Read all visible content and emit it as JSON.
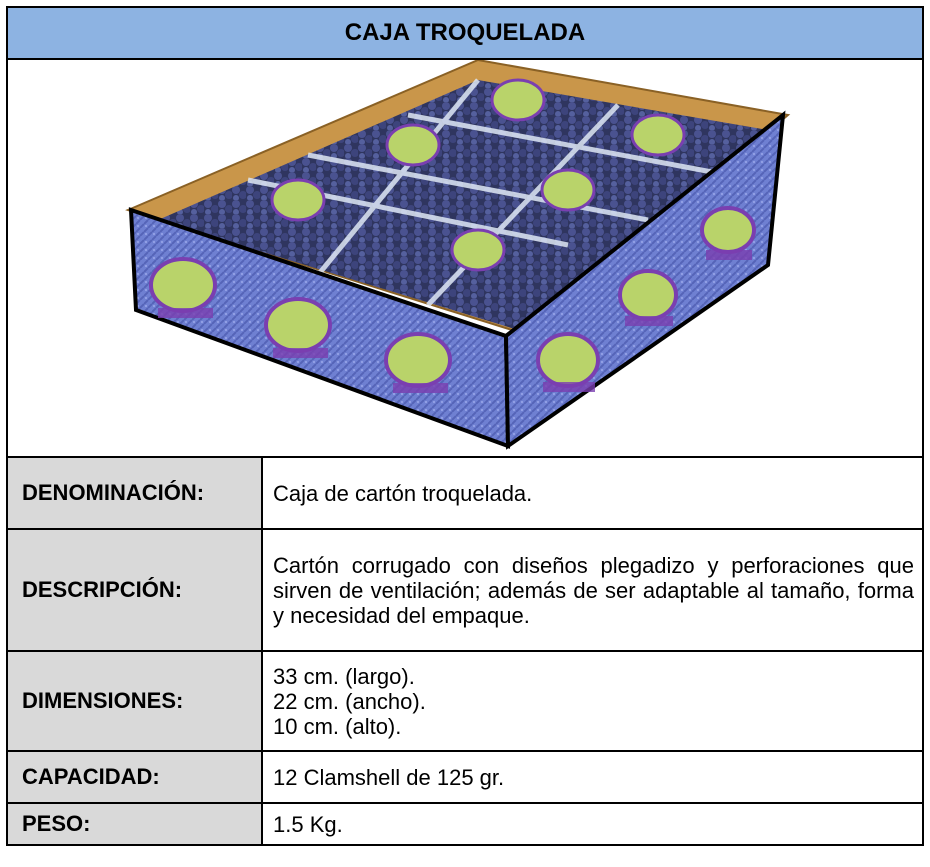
{
  "title": "CAJA TROQUELADA",
  "image": {
    "description_icon": "blueberry-box-photo",
    "colors": {
      "cardboard": "#c9964a",
      "fabric": "#6f7fd0",
      "berries": "#3a3f7a",
      "label": "#7a3fb0",
      "badge": "#b9d36a"
    }
  },
  "rows": [
    {
      "label": "DENOMINACIÓN:",
      "lines": [
        "Caja de cartón troquelada."
      ]
    },
    {
      "label": "DESCRIPCIÓN:",
      "text": "Cartón corrugado con diseños plegadizo y perforaciones que sirven de ventilación; además de ser adaptable al tamaño, forma y necesidad del empaque."
    },
    {
      "label": "DIMENSIONES:",
      "lines": [
        "33 cm. (largo).",
        "22 cm. (ancho).",
        "10 cm. (alto)."
      ]
    },
    {
      "label": "CAPACIDAD:",
      "lines": [
        "12 Clamshell de 125 gr."
      ]
    },
    {
      "label": "PESO:",
      "lines": [
        "1.5 Kg."
      ]
    }
  ],
  "theme": {
    "header_bg": "#8db3e2",
    "label_bg": "#d9d9d9"
  }
}
